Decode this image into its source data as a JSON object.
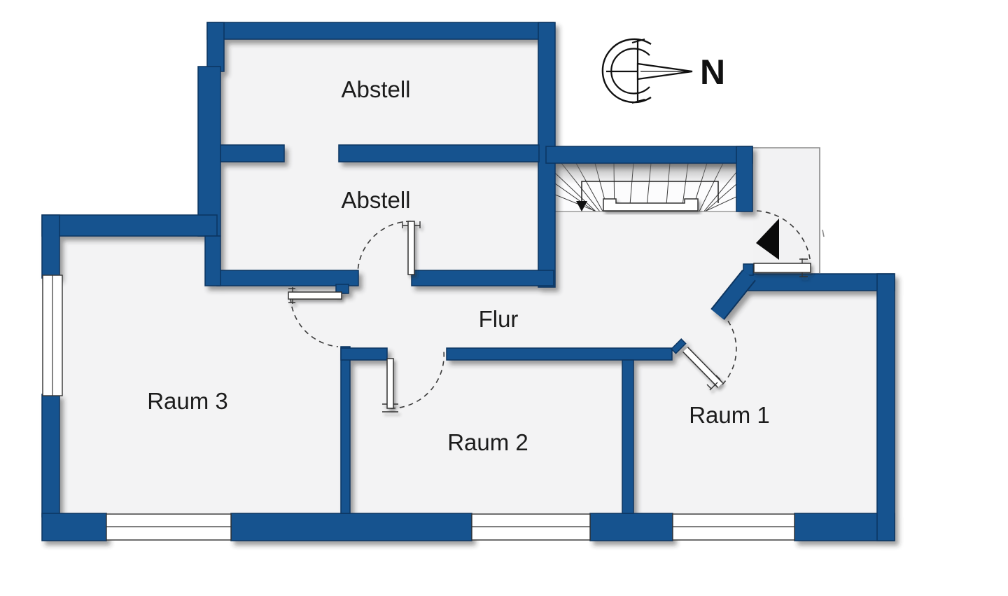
{
  "title": "Grundriss / floor plan drawing",
  "rooms": [
    {
      "id": "abstell-1",
      "label": "Abstell"
    },
    {
      "id": "abstell-2",
      "label": "Abstell"
    },
    {
      "id": "flur",
      "label": "Flur"
    },
    {
      "id": "raum-3",
      "label": "Raum 3"
    },
    {
      "id": "raum-2",
      "label": "Raum 2"
    },
    {
      "id": "raum-1",
      "label": "Raum 1"
    }
  ],
  "compass": {
    "north_label": "N"
  },
  "icons": [
    {
      "name": "compass-north-icon"
    },
    {
      "name": "entry-direction-icon"
    },
    {
      "name": "stairs-down-arrow-icon"
    }
  ],
  "colors": {
    "wall": "#16538f",
    "wall_outline": "#0b3560",
    "floor": "#f3f3f4",
    "outside": "#ffffff",
    "door_leaf": "#ffffff",
    "swing_line": "#3a3a3a",
    "entry_marker": "#0a0a0a",
    "label_text": "#1c1c1c"
  }
}
